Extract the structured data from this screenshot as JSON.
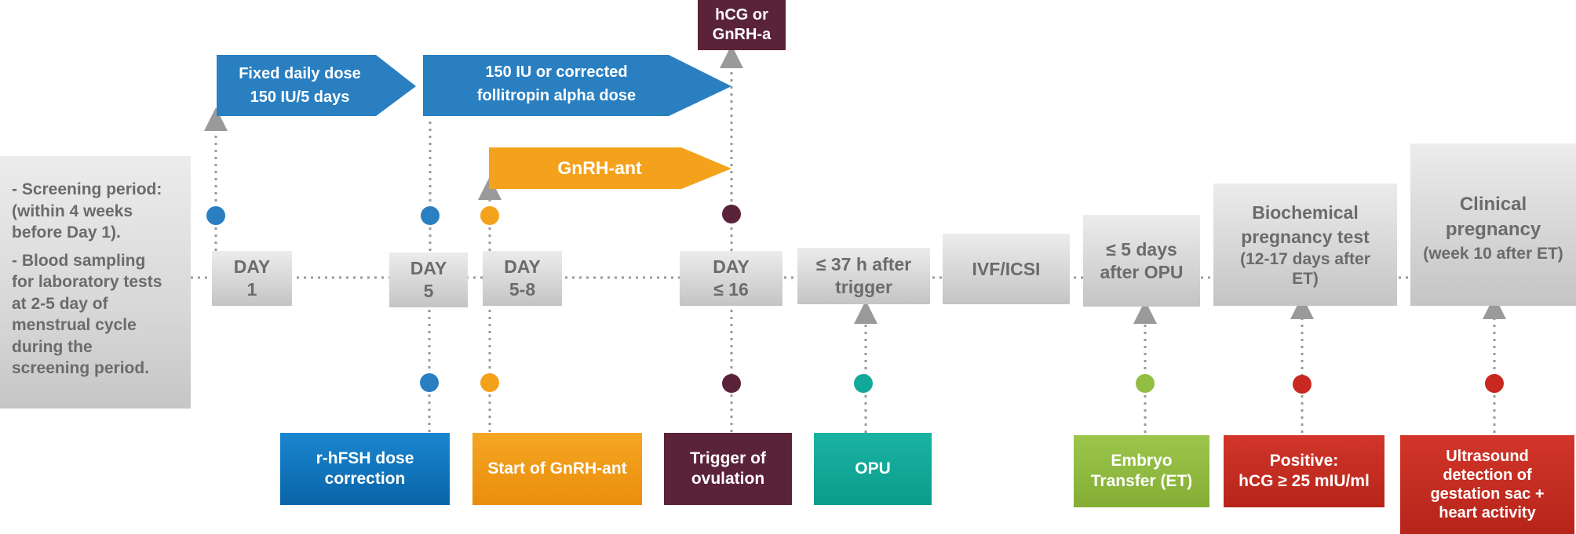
{
  "colors": {
    "blue": "#2a7fc1",
    "orange": "#f4a21c",
    "maroon": "#5b2339",
    "teal": "#13a99a",
    "green": "#93be44",
    "red": "#c8281f",
    "grey_line": "#9a9a9a"
  },
  "screening": {
    "line1": "- Screening period:\n(within 4 weeks\nbefore Day 1).",
    "line2": "- Blood sampling\nfor laboratory tests\nat 2-5 day of\nmenstrual cycle\nduring the\nscreening period."
  },
  "timeline": [
    {
      "id": "day1",
      "line1": "DAY",
      "line2": "1"
    },
    {
      "id": "day5",
      "line1": "DAY",
      "line2": "5"
    },
    {
      "id": "day58",
      "line1": "DAY",
      "line2": "5-8"
    },
    {
      "id": "day16",
      "line1": "DAY",
      "line2": "≤ 16"
    },
    {
      "id": "trigger",
      "line1": "≤ 37 h after",
      "line2": "trigger"
    },
    {
      "id": "ivf",
      "line1": "IVF/ICSI",
      "line2": ""
    },
    {
      "id": "after_opu",
      "line1": "≤ 5 days",
      "line2": "after OPU"
    },
    {
      "id": "biochem",
      "line1": "Biochemical\npregnancy test",
      "line2": "(12-17 days after\nET)"
    },
    {
      "id": "clinical",
      "line1": "Clinical\npregnancy",
      "line2": "(week 10 after ET)"
    }
  ],
  "top_arrows": {
    "fixed_dose": {
      "line1": "Fixed daily dose",
      "line2": "150 IU/5 days"
    },
    "corrected_dose": {
      "line1": "150 IU or corrected",
      "line2": "follitropin alpha dose"
    },
    "gnrh_ant": {
      "line1": "GnRH-ant"
    },
    "hcg": {
      "line1": "hCG or",
      "line2": "GnRH-a"
    }
  },
  "bottom_boxes": [
    {
      "id": "rhfsh",
      "line1": "r-hFSH dose",
      "line2": "correction"
    },
    {
      "id": "start_gnrh",
      "line1": "Start of GnRH-ant",
      "line2": ""
    },
    {
      "id": "trigger_ovulation",
      "line1": "Trigger of",
      "line2": "ovulation"
    },
    {
      "id": "opu",
      "line1": "OPU",
      "line2": ""
    },
    {
      "id": "embryo",
      "line1": "Embryo",
      "line2": "Transfer (ET)"
    },
    {
      "id": "positive",
      "line1": "Positive:",
      "line2": "hCG ≥ 25 mIU/ml"
    },
    {
      "id": "ultrasound",
      "line1": "Ultrasound\ndetection of\ngestation sac +",
      "line2": "heart activity"
    }
  ]
}
